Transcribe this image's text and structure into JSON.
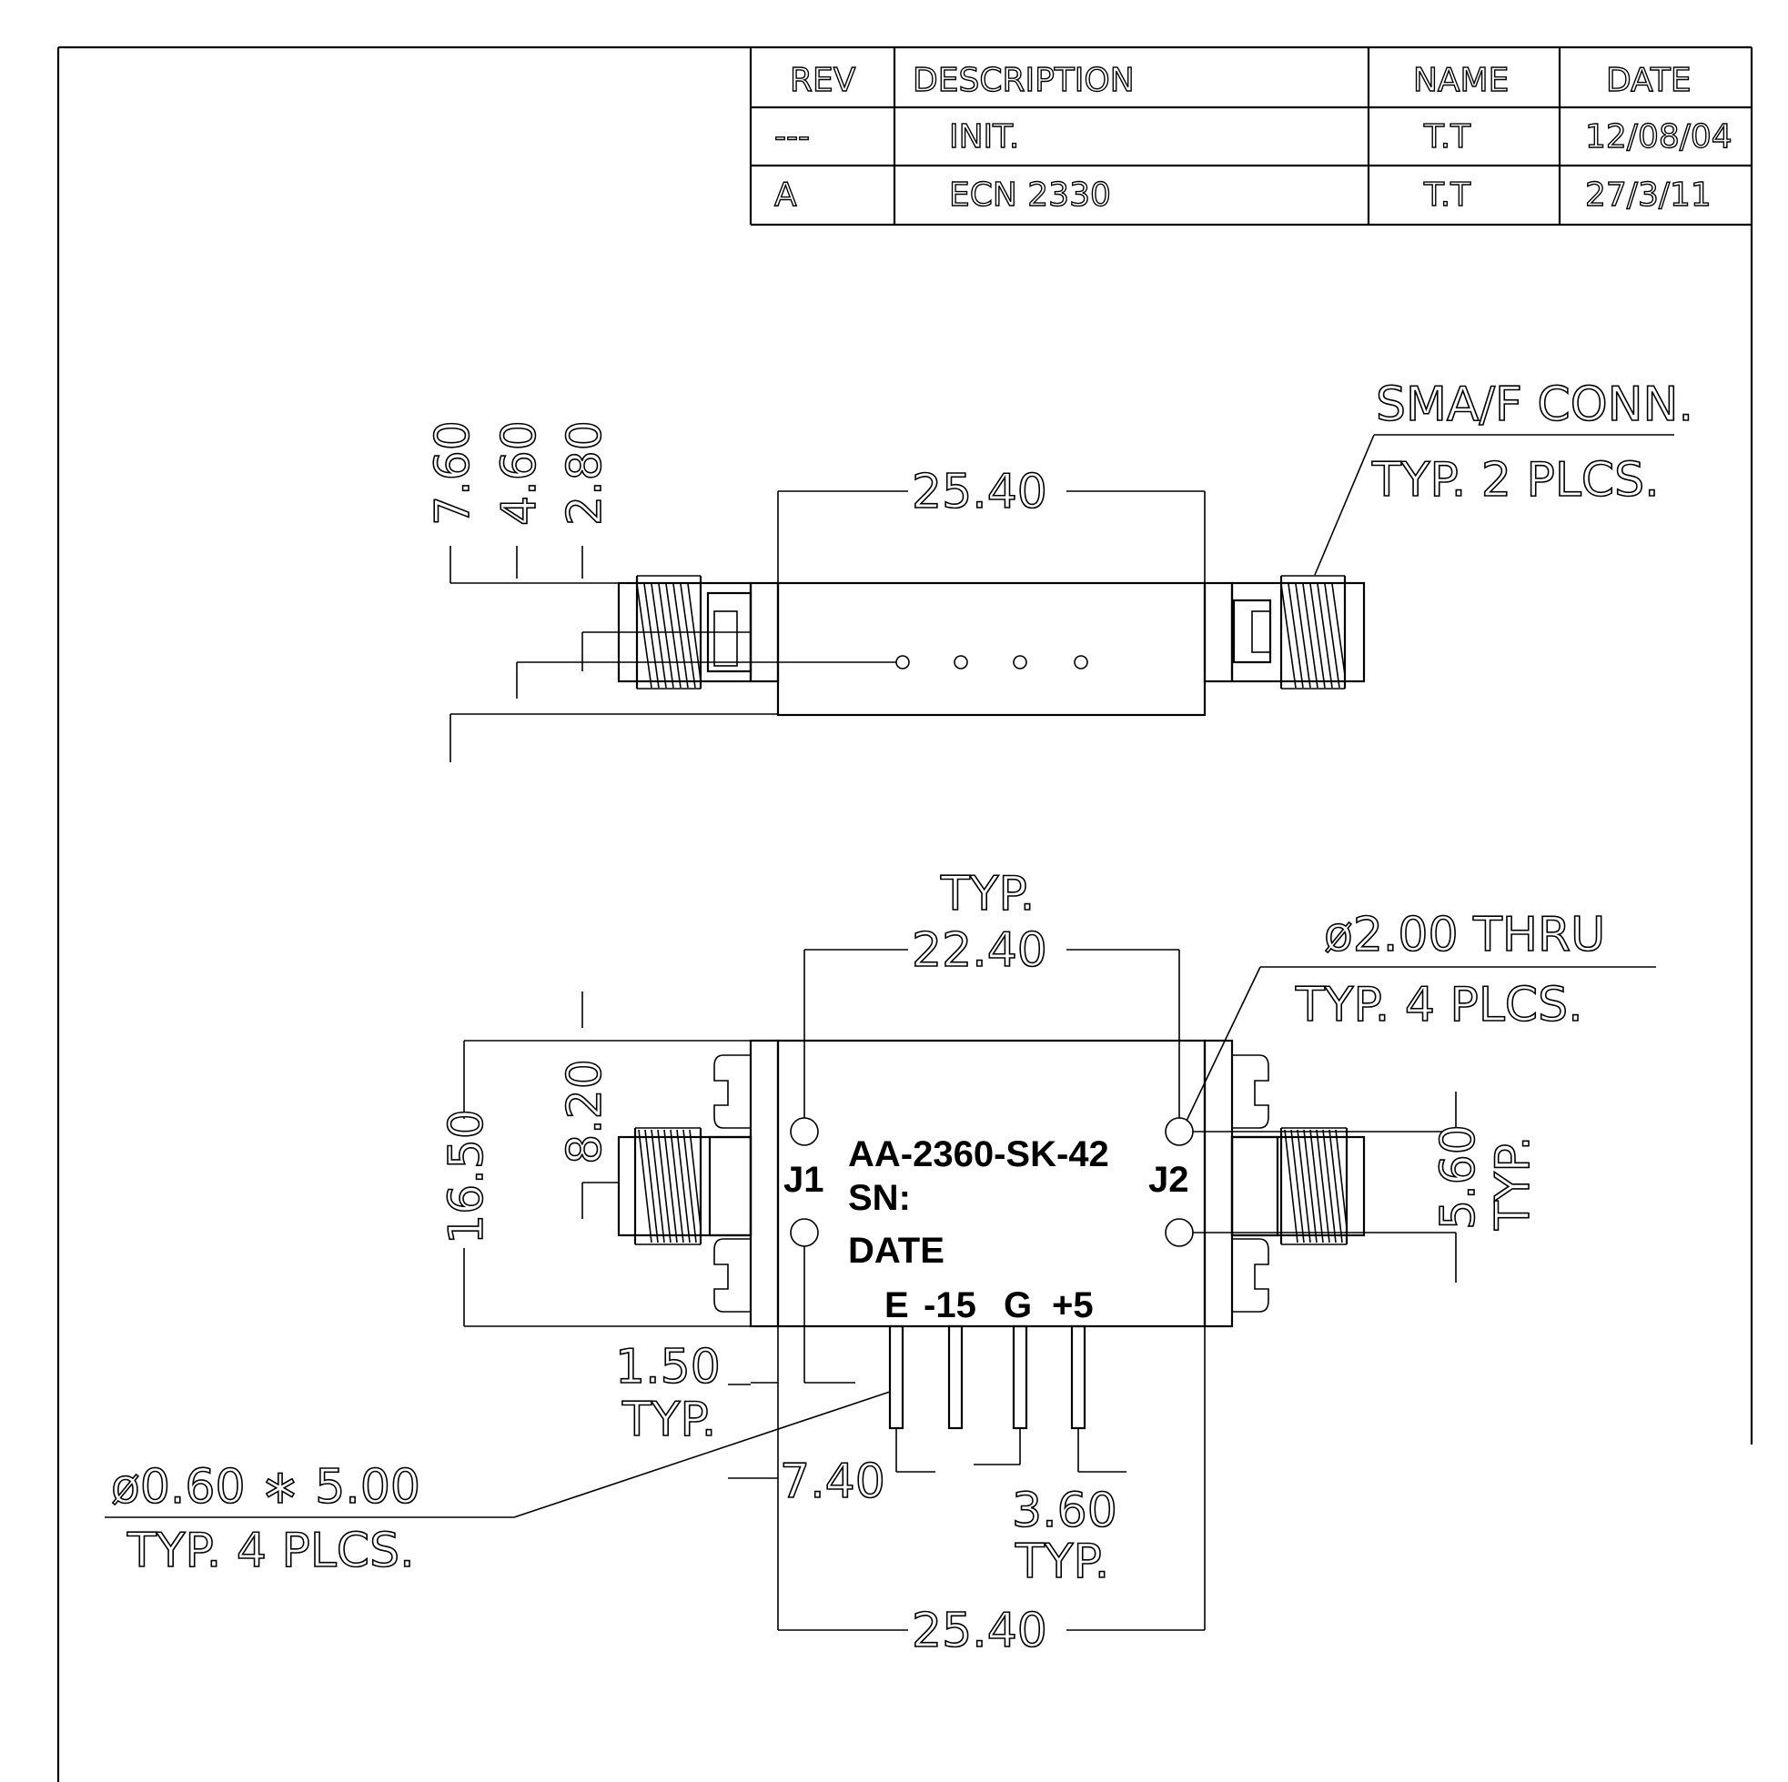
{
  "revision_table": {
    "headers": [
      "REV",
      "DESCRIPTION",
      "NAME",
      "DATE"
    ],
    "rows": [
      {
        "rev": "---",
        "description": "INIT.",
        "name": "T.T",
        "date": "12/08/04"
      },
      {
        "rev": "A",
        "description": "ECN 2330",
        "name": "T.T",
        "date": "27/3/11"
      }
    ]
  },
  "side_view": {
    "dims": {
      "d760": "7.60",
      "d460": "4.60",
      "d280": "2.80",
      "length": "25.40"
    },
    "connector_note": {
      "line1": "SMA/F CONN.",
      "line2": "TYP. 2 PLCS."
    }
  },
  "top_view": {
    "dims": {
      "hole_spacing": "22.40",
      "hole_spacing_typ": "TYP.",
      "height": "16.50",
      "conn_offset": "8.20",
      "hole_pitch": "5.60",
      "hole_pitch_typ": "TYP.",
      "edge_offset": "1.50",
      "edge_offset_typ": "TYP.",
      "pin_offset": "7.40",
      "pin_pitch": "3.60",
      "pin_pitch_typ": "TYP.",
      "length": "25.40"
    },
    "hole_note": {
      "line1": "ø2.00 THRU",
      "line2": "TYP. 4 PLCS."
    },
    "pin_note": {
      "line1": "ø0.60 ∗ 5.00",
      "line2": "TYP. 4 PLCS."
    },
    "body_label": {
      "part_no": "AA-2360-SK-42",
      "sn": "SN:",
      "date": "DATE"
    },
    "ports": {
      "j1": "J1",
      "j2": "J2"
    },
    "pins": [
      "E",
      "-15",
      "G",
      "+5"
    ]
  }
}
